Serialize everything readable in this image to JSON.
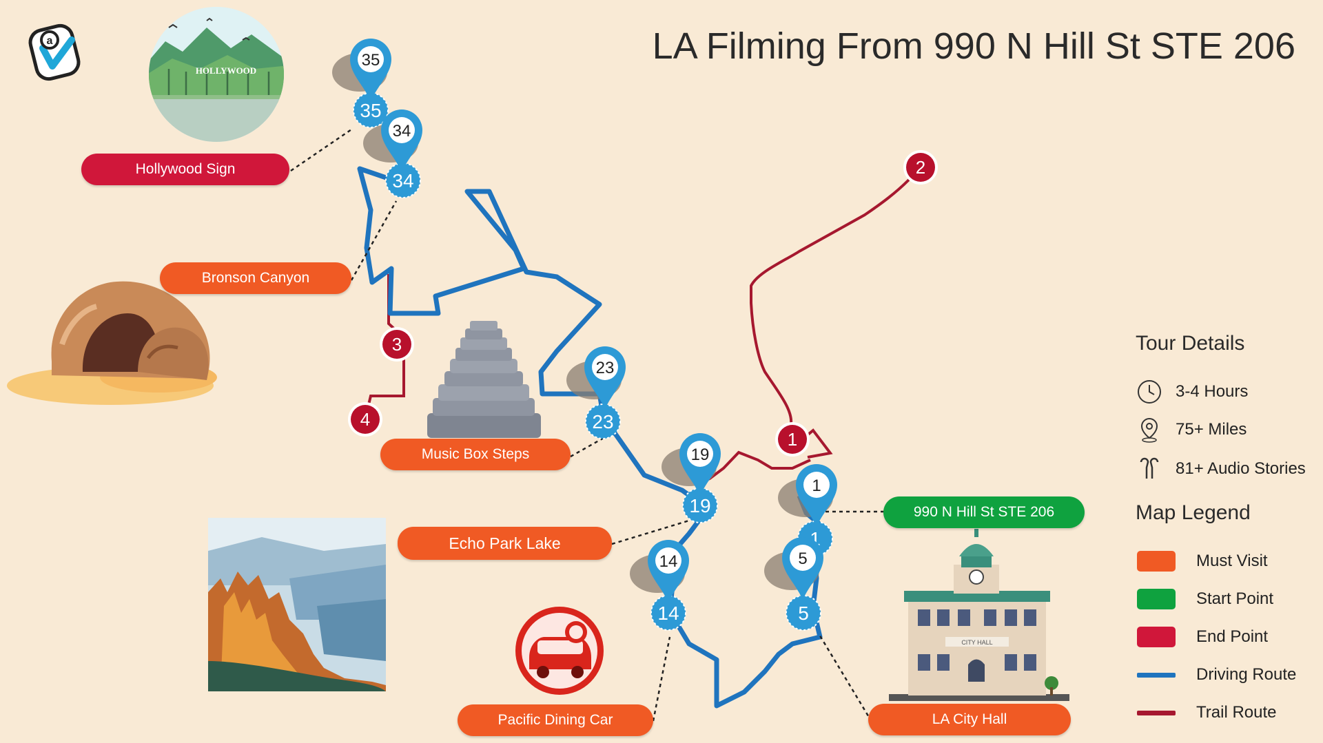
{
  "title": "LA Filming From  990 N Hill St STE 206",
  "colors": {
    "must_visit": "#f05a24",
    "start_point": "#0fa23f",
    "end_point": "#d0173a",
    "driving_route": "#1f74be",
    "trail_route": "#a6182f",
    "pin_blue": "#2d9ad6",
    "background": "#f9ead5"
  },
  "locations": {
    "hollywood_sign": "Hollywood Sign",
    "bronson_canyon": "Bronson Canyon",
    "music_box_steps": "Music Box Steps",
    "echo_park_lake": "Echo Park Lake",
    "pacific_dining_car": "Pacific Dining Car",
    "la_city_hall": "LA City Hall",
    "start_address": "990 N Hill St STE 206"
  },
  "illustrations": {
    "hollywood_sign_text": "HOLLYWOOD",
    "city_hall_text": "CITY HALL"
  },
  "driving_stops": [
    {
      "pin": "35",
      "badge": "35"
    },
    {
      "pin": "34",
      "badge": "34"
    },
    {
      "pin": "23",
      "badge": "23"
    },
    {
      "pin": "19",
      "badge": "19"
    },
    {
      "pin": "14",
      "badge": "14"
    },
    {
      "pin": "1",
      "badge": "1"
    },
    {
      "pin": "5",
      "badge": "5"
    }
  ],
  "trail_stops": [
    "1",
    "2",
    "3",
    "4"
  ],
  "tour_details": {
    "heading": "Tour Details",
    "duration": "3-4 Hours",
    "distance": "75+ Miles",
    "stories": "81+  Audio Stories"
  },
  "legend": {
    "heading": "Map Legend",
    "items": [
      "Must Visit",
      "Start Point",
      "End Point",
      "Driving Route",
      "Trail  Route"
    ]
  },
  "icons": [
    "app-logo-icon",
    "clock-icon",
    "location-pin-icon",
    "earbuds-icon",
    "car-dining-icon"
  ]
}
